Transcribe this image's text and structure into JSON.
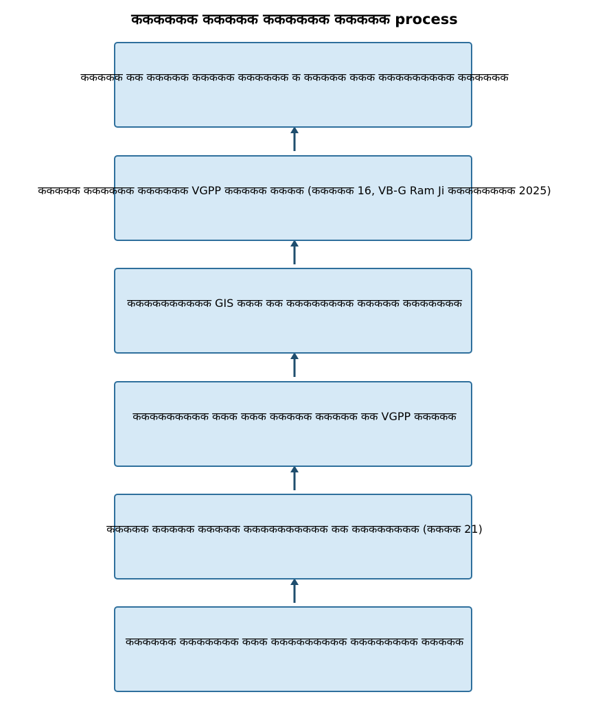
{
  "title": "कककककक ककककक कककककक ककककक process",
  "steps": [
    {
      "label": "ककककक कक ककककक ककककक कककककक क ककककक ककक ककककककककक कककककक"
    },
    {
      "label": "ककककक कककककक कककककक VGPP ककककक कककक (ककककक 16, VB-G Ram Ji कककककककक 2025)"
    },
    {
      "label": "कककककककककक GIS ककक कक कककककककक ककककक ककककककक"
    },
    {
      "label": "ककककककककक ककक ककक ककककक ककककक कक VGPP ककककक"
    },
    {
      "label": "ककककक ककककक ककककक कककककककककक कक कककककककक (कककक 21)"
    },
    {
      "label": "कककककक ककककककक ककक ककककककककक कककककककक ककककक"
    }
  ],
  "colors": {
    "box_fill": "#d6e9f6",
    "box_border": "#2e6f9c",
    "arrow": "#1f4e6e"
  }
}
